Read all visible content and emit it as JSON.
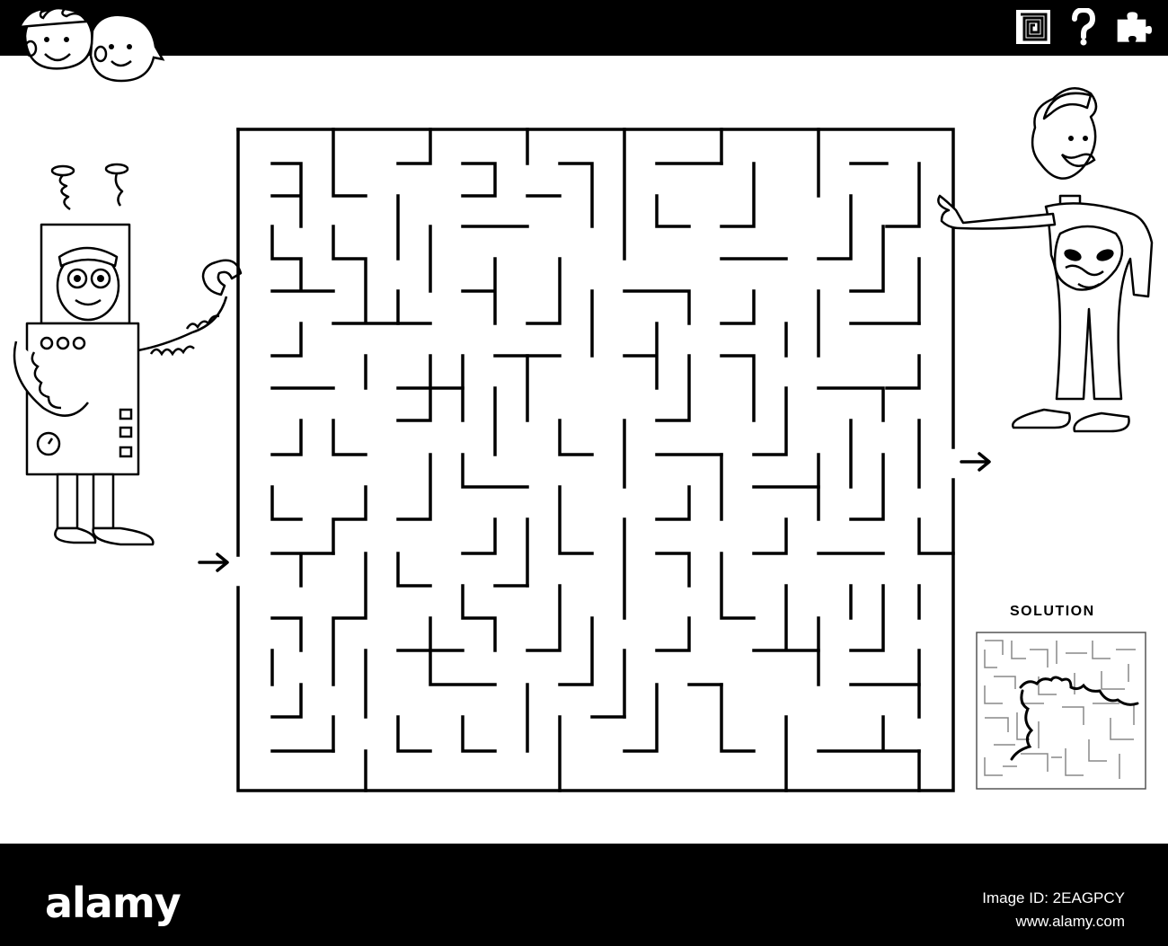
{
  "header": {
    "icons": [
      "maze-icon",
      "question-icon",
      "puzzle-icon"
    ]
  },
  "maze": {
    "entry_arrow": "right-arrow",
    "exit_arrow": "right-arrow"
  },
  "solution": {
    "label": "SOLUTION"
  },
  "footer": {
    "logo": "alamy",
    "image_id": "Image ID: 2EAGPCY",
    "url": "www.alamy.com"
  },
  "colors": {
    "ink": "#000000",
    "paper": "#ffffff"
  }
}
